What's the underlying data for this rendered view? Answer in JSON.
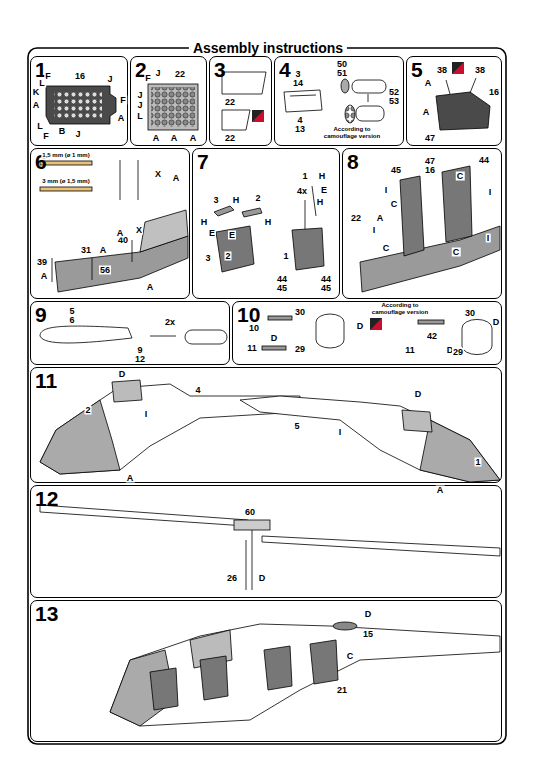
{
  "diagram": {
    "title": "Assembly instructions",
    "nodes": [
      {
        "text": [
          "1"
        ]
      },
      {
        "text": [
          "2"
        ]
      },
      {
        "text": [
          "3"
        ]
      },
      {
        "text": [
          "4"
        ]
      },
      {
        "text": [
          "5"
        ]
      },
      {
        "text": [
          "6"
        ]
      },
      {
        "text": [
          "7"
        ]
      },
      {
        "text": [
          "8"
        ]
      },
      {
        "text": [
          "9"
        ]
      },
      {
        "text": [
          "10"
        ]
      },
      {
        "text": [
          "11"
        ]
      },
      {
        "text": [
          "12"
        ]
      },
      {
        "text": [
          "13"
        ]
      }
    ],
    "labels": [
      "16",
      "F",
      "L",
      "K",
      "J",
      "A",
      "F",
      "A",
      "L",
      "B",
      "J",
      "F",
      "F",
      "J",
      "22",
      "J",
      "J",
      "L",
      "A",
      "A",
      "A",
      "22",
      "22",
      "3",
      "14",
      "50",
      "51",
      "52",
      "53",
      "4",
      "13",
      "According to camouflage version",
      "38",
      "38",
      "A",
      "16",
      "A",
      "47",
      "1,5 mm (ø 1 mm)",
      "3 mm (ø 1,5 mm)",
      "X",
      "A",
      "X",
      "40",
      "31",
      "A",
      "39",
      "A",
      "A",
      "56",
      "A",
      "3",
      "H",
      "2",
      "H",
      "E",
      "E",
      "H",
      "1",
      "4x",
      "H",
      "E",
      "H",
      "3",
      "2",
      "1",
      "44",
      "45",
      "44",
      "45",
      "47",
      "16",
      "44",
      "C",
      "45",
      "I",
      "I",
      "C",
      "C",
      "A",
      "I",
      "I",
      "22",
      "C",
      "5",
      "6",
      "2x",
      "9",
      "12",
      "30",
      "10",
      "D",
      "11",
      "29",
      "According to camouflage version",
      "D",
      "42",
      "30",
      "D",
      "D",
      "11",
      "29",
      "D",
      "4",
      "2",
      "I",
      "A",
      "D",
      "5",
      "I",
      "1",
      "A",
      "60",
      "26",
      "D",
      "D",
      "15",
      "C",
      "21"
    ]
  }
}
